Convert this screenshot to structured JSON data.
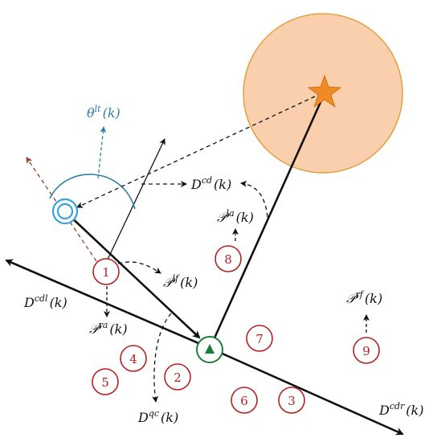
{
  "labels": {
    "theta_lt": {
      "base": "θ",
      "sup": "lt",
      "arg": "(k)"
    },
    "d_cd": {
      "base": "D",
      "sup": "cd",
      "arg": "(k)"
    },
    "p_la": {
      "base": "𝒫",
      "sup": "la",
      "arg": "(k)"
    },
    "p_lf": {
      "base": "𝒫",
      "sup": "lf",
      "arg": "(k)"
    },
    "d_cdl": {
      "base": "D",
      "sup": "cdl",
      "arg": "(k)"
    },
    "p_ra": {
      "base": "𝒫",
      "sup": "ra",
      "arg": "(k)"
    },
    "p_rf": {
      "base": "𝒫",
      "sup": "rf",
      "arg": "(k)"
    },
    "d_qc": {
      "base": "D",
      "sup": "qc",
      "arg": "(k)"
    },
    "d_cdr": {
      "base": "D",
      "sup": "cdr",
      "arg": "(k)"
    }
  },
  "nodes": [
    "1",
    "2",
    "3",
    "4",
    "5",
    "6",
    "7",
    "8",
    "9"
  ],
  "colors": {
    "target_fill": "#f9cfae",
    "target_stroke": "#e0a040",
    "star": "#f08a24",
    "node_red": "#b22222",
    "leader_blue": "#35a3e0",
    "ego_green": "#1e7a3a",
    "theta_blue": "#2e7fa6",
    "red_dashed": "#a03a2a"
  },
  "icons": {
    "goal": "star-icon",
    "ego": "triangle-icon",
    "leader": "ring-icon"
  }
}
